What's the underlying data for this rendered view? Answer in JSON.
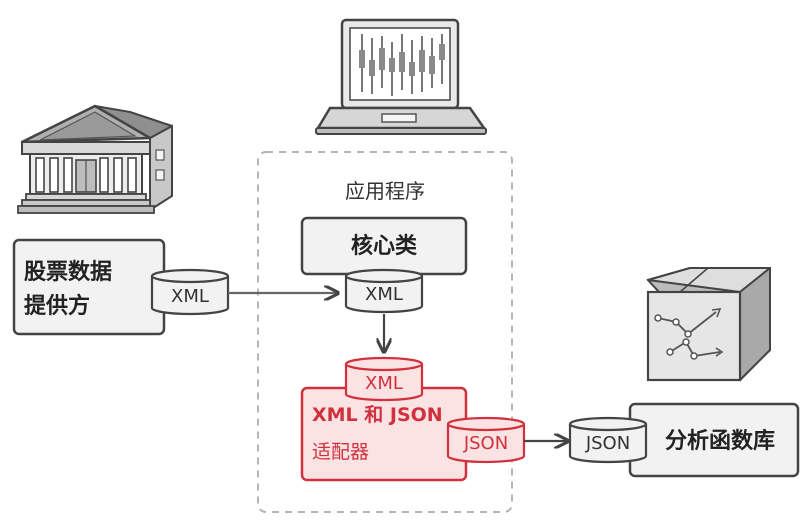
{
  "diagram": {
    "app_group_label": "应用程序",
    "stock_provider": {
      "line1": "股票数据",
      "line2": "提供方"
    },
    "xml_out": "XML",
    "core_class": "核心类",
    "core_xml": "XML",
    "adapter": {
      "xml_cap": "XML",
      "title_line1": "XML 和 JSON",
      "title_line2": "适配器",
      "json_out": "JSON"
    },
    "analytics": {
      "json_in": "JSON",
      "label": "分析函数库"
    }
  },
  "colors": {
    "red": "#d0313d",
    "dark_stroke": "#444444",
    "box_fill": "#f2f2f2",
    "dashed_border": "#b5b5b5"
  }
}
